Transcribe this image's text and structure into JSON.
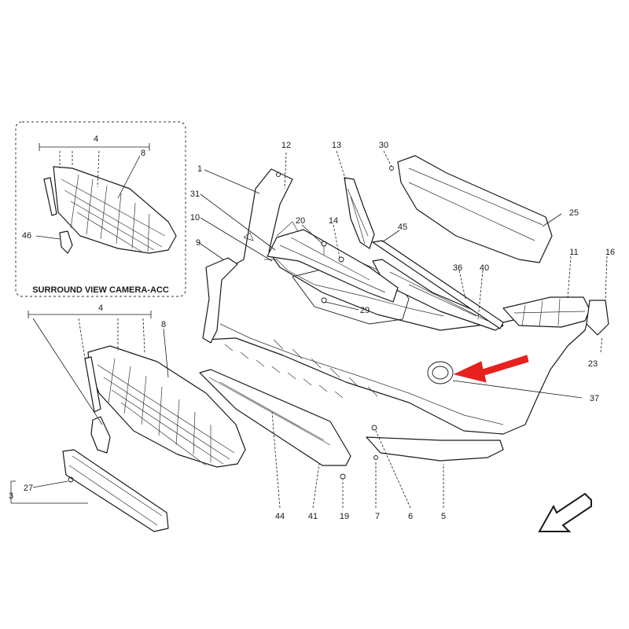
{
  "inset": {
    "caption": "SURROUND VIEW CAMERA-ACC",
    "labels": [
      "4",
      "8",
      "46"
    ]
  },
  "labels": [
    "1",
    "3",
    "4",
    "5",
    "6",
    "7",
    "8",
    "9",
    "10",
    "11",
    "12",
    "13",
    "14",
    "16",
    "19",
    "20",
    "23",
    "25",
    "27",
    "29",
    "30",
    "31",
    "36",
    "37",
    "40",
    "41",
    "44",
    "45"
  ],
  "arrow_color": "#e8201e",
  "icons": [
    "highlight-arrow-icon",
    "direction-arrow-icon"
  ]
}
